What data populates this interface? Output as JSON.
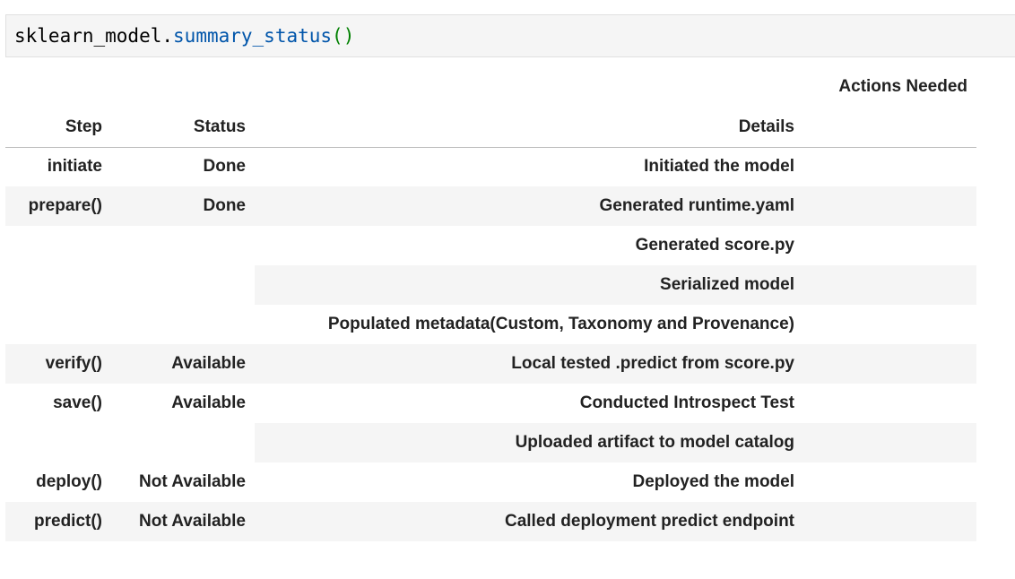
{
  "code_cell": {
    "object": "sklearn_model",
    "dot": ".",
    "method": "summary_status",
    "parens": "()"
  },
  "table": {
    "group_header": "Actions Needed",
    "headers": {
      "step": "Step",
      "status": "Status",
      "details": "Details"
    },
    "rows": [
      {
        "step": "initiate",
        "status": "Done",
        "details": "Initiated the model",
        "actions": ""
      },
      {
        "step": "prepare()",
        "status": "Done",
        "details": "Generated runtime.yaml",
        "actions": ""
      },
      {
        "step": "",
        "status": "",
        "details": "Generated score.py",
        "actions": ""
      },
      {
        "step": "",
        "status": "",
        "details": "Serialized model",
        "actions": ""
      },
      {
        "step": "",
        "status": "",
        "details": "Populated metadata(Custom, Taxonomy and Provenance)",
        "actions": ""
      },
      {
        "step": "verify()",
        "status": "Available",
        "details": "Local tested .predict from score.py",
        "actions": ""
      },
      {
        "step": "save()",
        "status": "Available",
        "details": "Conducted Introspect Test",
        "actions": ""
      },
      {
        "step": "",
        "status": "",
        "details": "Uploaded artifact to model catalog",
        "actions": ""
      },
      {
        "step": "deploy()",
        "status": "Not Available",
        "details": "Deployed the model",
        "actions": ""
      },
      {
        "step": "predict()",
        "status": "Not Available",
        "details": "Called deployment predict endpoint",
        "actions": ""
      }
    ]
  },
  "colors": {
    "code_background": "#f5f5f5",
    "function_name": "#0055aa",
    "parentheses": "#008000",
    "striped_row": "#f5f5f5",
    "text": "#222222"
  }
}
